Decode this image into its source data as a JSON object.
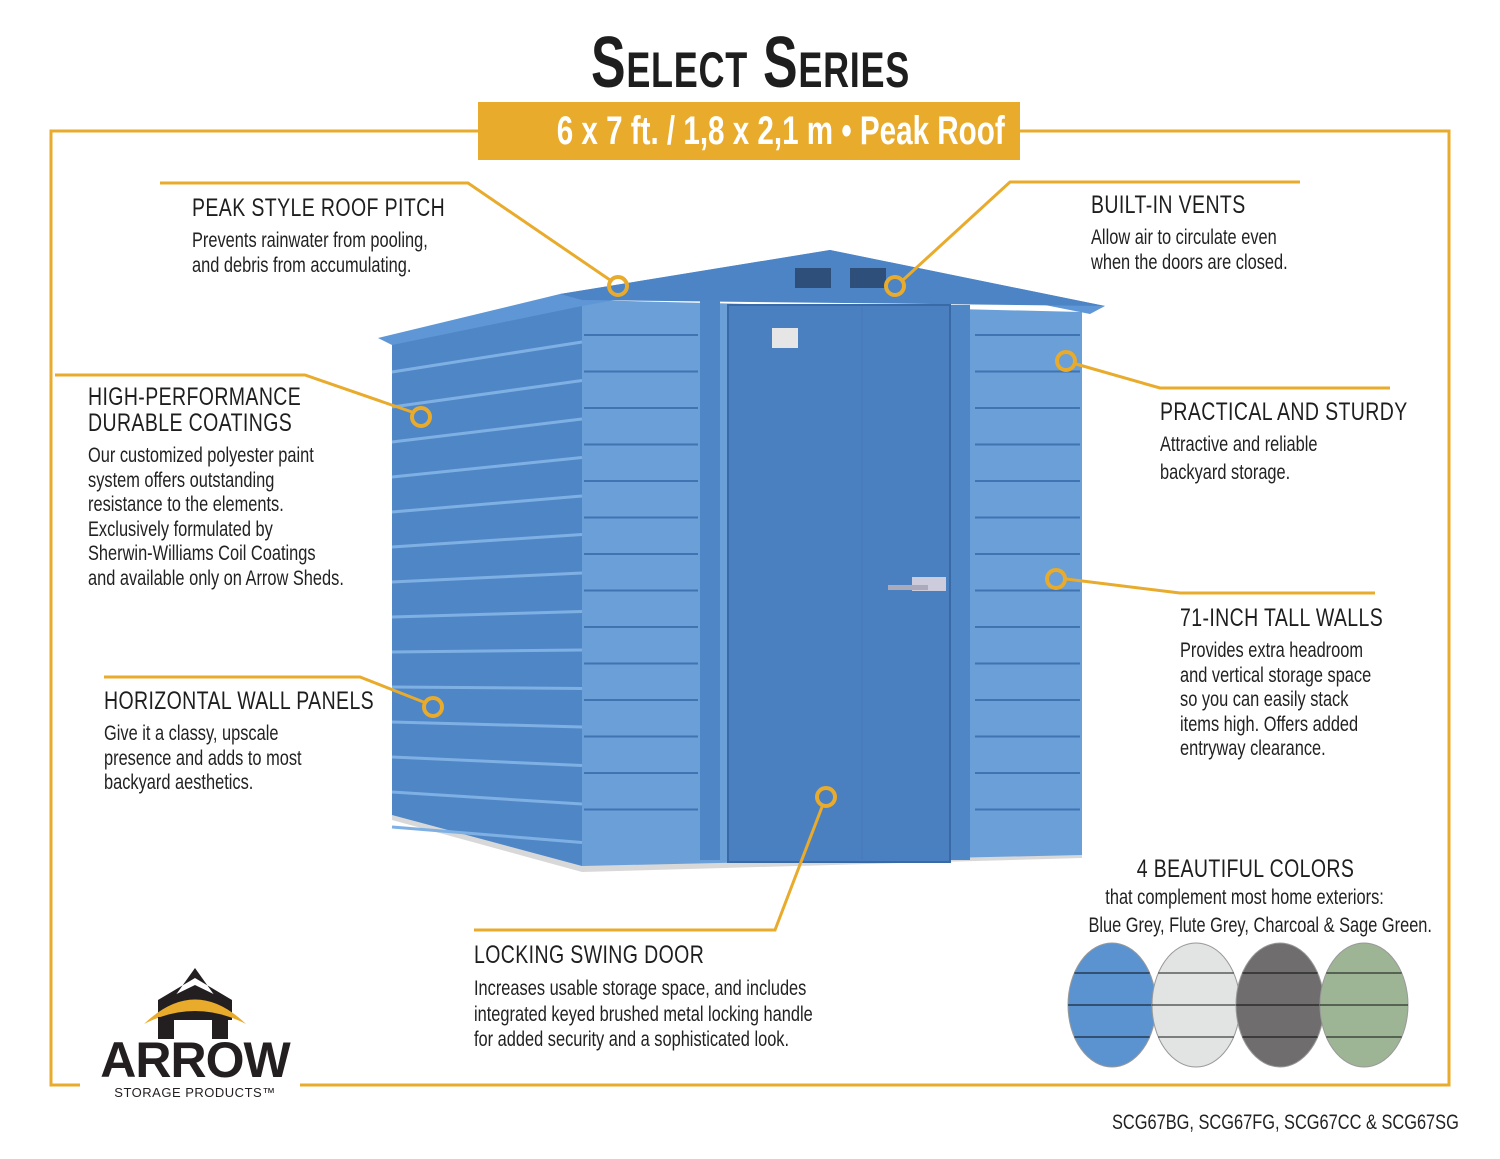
{
  "title": "Select Series",
  "banner": "6 x 7 ft. / 1,8 x 2,1 m  •  Peak Roof",
  "colors": {
    "accent": "#e8ab2c",
    "shed_blue": "#5b93cf",
    "text": "#1e1e1e"
  },
  "features": [
    {
      "heading": "PEAK STYLE ROOF PITCH",
      "body": [
        "Prevents rainwater from pooling,",
        "and debris from accumulating."
      ]
    },
    {
      "heading": "BUILT-IN VENTS",
      "body": [
        "Allow air to circulate even",
        "when the doors are closed."
      ]
    },
    {
      "heading": [
        "HIGH-PERFORMANCE",
        "DURABLE COATINGS"
      ],
      "body": [
        "Our customized polyester paint",
        "system offers outstanding",
        "resistance to the elements.",
        "Exclusively formulated by",
        "Sherwin-Williams Coil Coatings",
        "and available only on Arrow Sheds."
      ]
    },
    {
      "heading": "PRACTICAL AND STURDY",
      "body": [
        "Attractive and reliable",
        "backyard storage."
      ]
    },
    {
      "heading": "HORIZONTAL WALL PANELS",
      "body": [
        "Give it a classy, upscale",
        "presence and adds to most",
        "backyard aesthetics."
      ]
    },
    {
      "heading": "71-INCH TALL WALLS",
      "body": [
        "Provides extra headroom",
        "and vertical storage space",
        "so you can easily stack",
        "items high. Offers added",
        "entryway clearance."
      ]
    },
    {
      "heading": "LOCKING SWING DOOR",
      "body": [
        "Increases usable storage space, and includes",
        "integrated keyed brushed metal locking handle",
        "for added security and a sophisticated look."
      ]
    }
  ],
  "colors_section": {
    "heading": "4 BEAUTIFUL COLORS",
    "line1": "that complement most home exteriors:",
    "line2": "Blue Grey, Flute Grey, Charcoal & Sage Green.",
    "swatches": [
      {
        "name": "Blue Grey",
        "color": "#5b93d0"
      },
      {
        "name": "Flute Grey",
        "color": "#e2e3e3"
      },
      {
        "name": "Charcoal",
        "color": "#6f6d6e"
      },
      {
        "name": "Sage Green",
        "color": "#9db595"
      }
    ]
  },
  "logo": {
    "brand": "ARROW",
    "tagline": "STORAGE PRODUCTS™"
  },
  "model_numbers": "SCG67BG, SCG67FG, SCG67CC & SCG67SG"
}
